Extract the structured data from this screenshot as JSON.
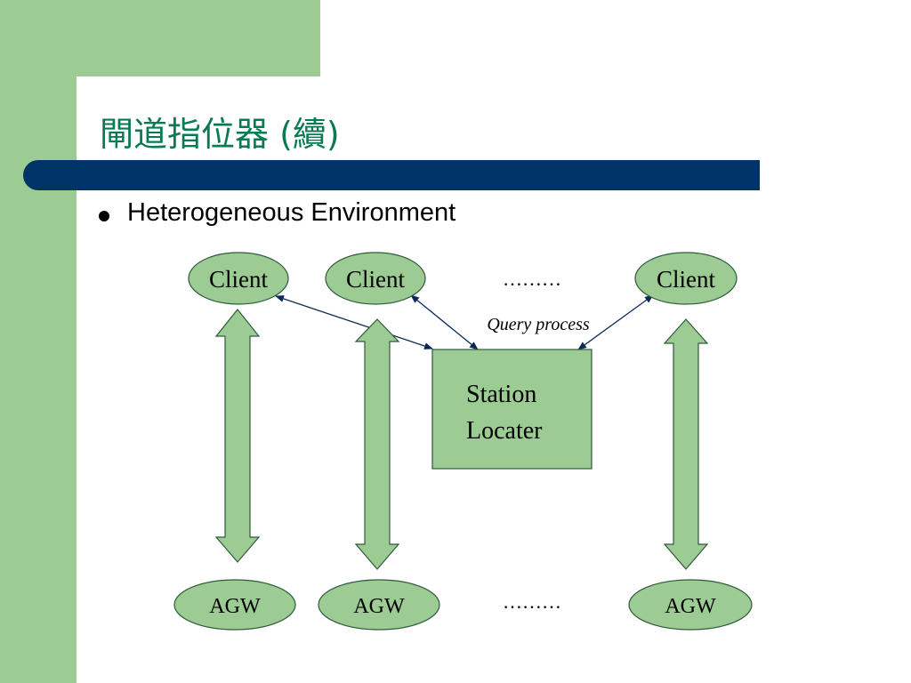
{
  "slide": {
    "title": "閘道指位器 (續)",
    "bullet": "Heterogeneous Environment"
  },
  "diagram": {
    "clients": [
      "Client",
      "Client",
      "Client"
    ],
    "agws": [
      "AGW",
      "AGW",
      "AGW"
    ],
    "ellipsis_top": "………",
    "ellipsis_bottom": "………",
    "query_label": "Query process",
    "station_line1": "Station",
    "station_line2": "Locater"
  },
  "colors": {
    "green": "#9ccb94",
    "navy": "#003366",
    "title_green": "#0a7a55",
    "outline": "#2e5b3a"
  }
}
